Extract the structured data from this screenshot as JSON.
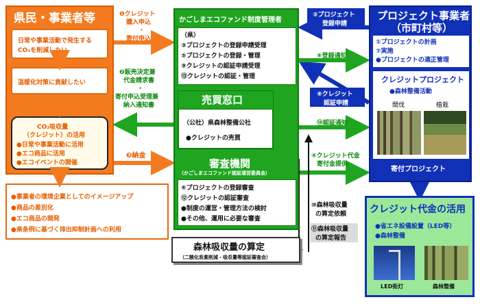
{
  "citizens": {
    "title": "県民・事業者等",
    "box1": [
      "日常や事業活動で発生する",
      "CO₂を削減したい"
    ],
    "box2": "温暖化対策に貢献したい",
    "box3_title": [
      "CO₂吸収量",
      "（クレジット）の活用"
    ],
    "box3_items": [
      "●日常や事業活動に活用",
      "●エコ商品に活用",
      "●エコイベントの開催"
    ]
  },
  "benefits": [
    "●事業者の環境企業としてのイメージアップ",
    "●商品の差別化",
    "●エコ商品の開発",
    "●県条例に基づく排出抑制計画への利用"
  ],
  "labels_left": {
    "l1": [
      "❶クレジット",
      "購入申込",
      "・",
      "寄付申込"
    ],
    "l2": [
      "❷販売決定兼",
      "代金請求書",
      "・",
      "寄付申込受理兼",
      "納入通知書"
    ],
    "l3": "❸納金"
  },
  "manager": {
    "title": "かごしまエコファンド制度管理者",
    "items": [
      "（県）",
      "③プロジェクトの登録申請受理",
      "⑤プロジェクトの登録・管理",
      "⑨クレジットの認証申請受理",
      "⑬クレジットの認証・管理"
    ]
  },
  "sales": {
    "title": "売買窓口",
    "org": "（公社）県森林整備公社",
    "item": "●クレジットの売買"
  },
  "review": {
    "title": "審査機関",
    "subtitle": "（かごしまエコファンド認証運営委員会）",
    "items": [
      "④プロジェクトの登録審査",
      "⑫クレジットの認証審査",
      "●制度の運営・管理方法の検討",
      "●その他、運用に必要な審査"
    ]
  },
  "forest_calc": {
    "title": "森林吸収量の算定",
    "subtitle": "（二酸化炭素削減・吸収量等認証審査会）"
  },
  "labels_mid": {
    "l2": [
      "②プロジェクト",
      "登録申請"
    ],
    "l6": "⑥登録通知",
    "l8": [
      "⑧クレジット",
      "認証申請"
    ],
    "l14": "⑭認証通知",
    "l4": [
      "④クレジット代金",
      "寄付金提供"
    ],
    "l10": [
      "⑩森林吸収量",
      "の算定依頼"
    ],
    "l11": [
      "⑪森林吸収量",
      "の算定報告"
    ]
  },
  "project_operator": {
    "title": "プロジェクト事業者",
    "subtitle": "（市町村等）",
    "items": [
      "①プロジェクトの計画",
      "⑦実施",
      "●プロジェクトの適正管理"
    ],
    "credit_title": "クレジットプロジェクト",
    "credit_item": "●森林整備活動",
    "photo1": "間伐",
    "photo2": "植栽",
    "donation": "寄付プロジェクト"
  },
  "usage": {
    "title": "クレジット代金の活用",
    "items": [
      "●省エネ設備設置（LED等）",
      "●森林整備"
    ],
    "photo1": "LED街灯",
    "photo2": "森林整備"
  },
  "colors": {
    "orange": "#f47a20",
    "green": "#1fa51f",
    "blue": "#1030b8",
    "arrow_green": "#1fa51f",
    "arrow_orange": "#f47a20"
  }
}
